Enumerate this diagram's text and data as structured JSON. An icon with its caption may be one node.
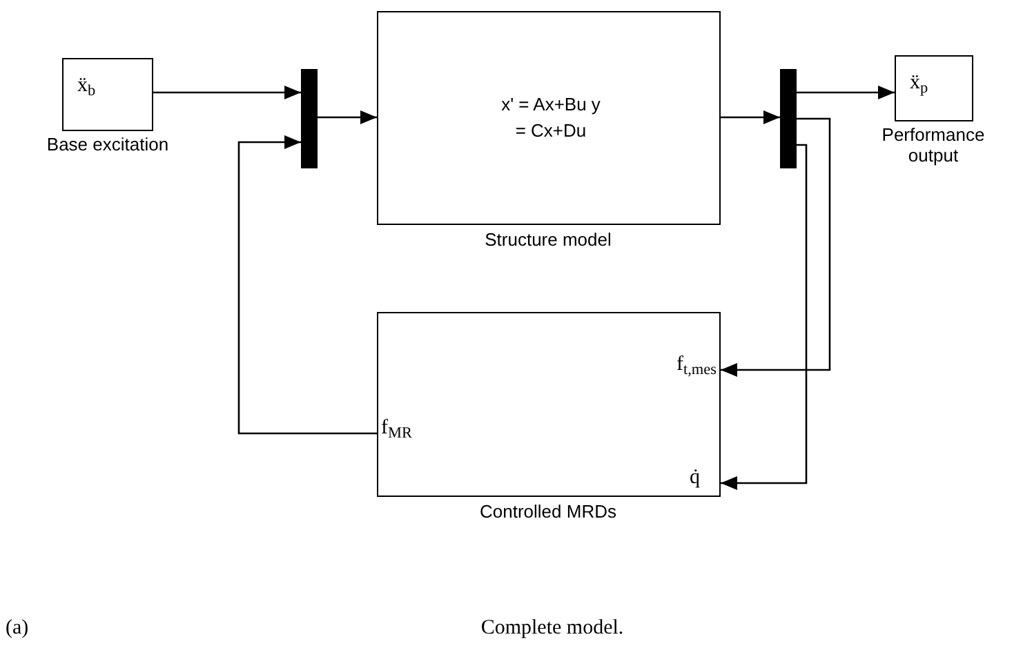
{
  "diagram": {
    "caption": "Complete model.",
    "nodes": [
      {
        "text": [
          "ẍ$_{b}$"
        ],
        "beside": [
          "Base excitation"
        ]
      },
      {
        "text": [],
        "shape": "bar"
      },
      {
        "text": [
          "x' = Ax+Bu y = Cx+Du"
        ],
        "beside": [
          "Structure model"
        ]
      },
      {
        "text": [],
        "shape": "bar"
      },
      {
        "text": [
          "ẍ$_{p}$"
        ],
        "beside": [
          "Performance output"
        ]
      },
      {
        "text": [
          "f$_{MR}$",
          "f$_{t,mes}$",
          "q̇"
        ],
        "beside": [
          "Controlled MRDs"
        ]
      }
    ],
    "edges": [
      {
        "from": 0,
        "to": 1,
        "arrow": "to"
      },
      {
        "from": 5,
        "to": 1,
        "arrow": "to"
      },
      {
        "from": 1,
        "to": 2,
        "arrow": "to"
      },
      {
        "from": 2,
        "to": 3,
        "arrow": "to"
      },
      {
        "from": 3,
        "to": 4,
        "arrow": "to"
      },
      {
        "from": 3,
        "to": 5,
        "arrow": "to"
      },
      {
        "from": 3,
        "to": 5,
        "arrow": "to"
      }
    ],
    "labels": [
      "(a)"
    ]
  }
}
